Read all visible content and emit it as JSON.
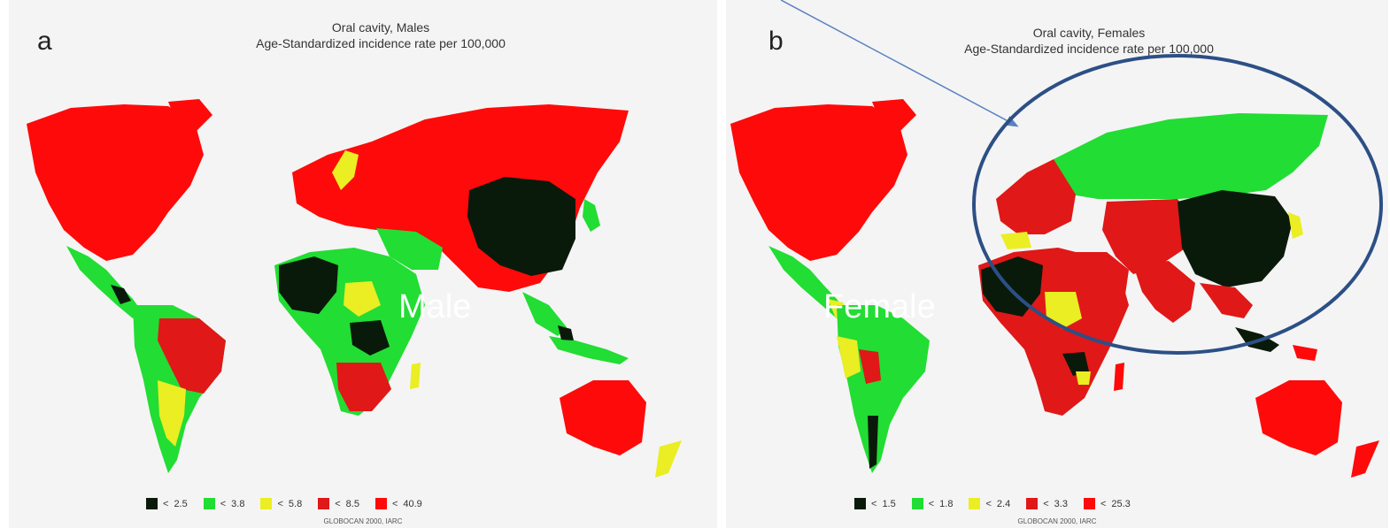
{
  "colors": {
    "black": "#0a1a0a",
    "green": "#22dd33",
    "yellow": "#eaee22",
    "red_dark": "#e01818",
    "red": "#ff0a0a",
    "annotation": "#2c4f86",
    "arrow": "#5a82c0"
  },
  "map_a": {
    "letter": "a",
    "title_line1": "Oral cavity, Males",
    "title_line2": "Age-Standardized incidence rate per 100,000",
    "label": "Male",
    "legend": [
      {
        "symbol": "<",
        "value": "2.5"
      },
      {
        "symbol": "<",
        "value": "3.8"
      },
      {
        "symbol": "<",
        "value": "5.8"
      },
      {
        "symbol": "<",
        "value": "8.5"
      },
      {
        "symbol": "<",
        "value": "40.9"
      }
    ],
    "credit": "GLOBOCAN 2000, IARC"
  },
  "map_b": {
    "letter": "b",
    "title_line1": "Oral cavity, Females",
    "title_line2": "Age-Standardized incidence rate per 100,000",
    "label": "Female",
    "legend": [
      {
        "symbol": "<",
        "value": "1.5"
      },
      {
        "symbol": "<",
        "value": "1.8"
      },
      {
        "symbol": "<",
        "value": "2.4"
      },
      {
        "symbol": "<",
        "value": "3.3"
      },
      {
        "symbol": "<",
        "value": "25.3"
      }
    ],
    "credit": "GLOBOCAN 2000, IARC"
  }
}
